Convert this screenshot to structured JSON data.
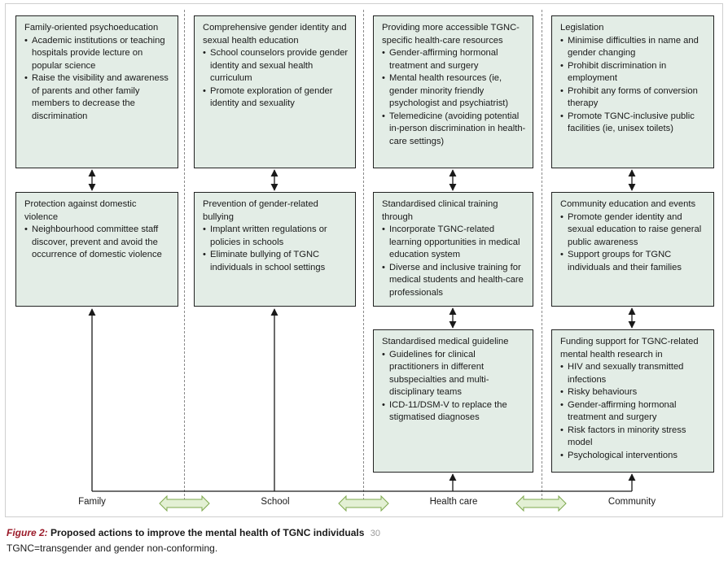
{
  "columns": [
    {
      "label": "Family",
      "boxes": [
        {
          "title": "Family-oriented psychoeducation",
          "items": [
            "Academic institutions or teaching hospitals provide lecture on popular science",
            "Raise the visibility and awareness of parents and other family members to decrease the discrimination"
          ]
        },
        {
          "title": "Protection against domestic violence",
          "items": [
            "Neighbourhood committee staff discover, prevent and avoid the occurrence of domestic violence"
          ]
        }
      ]
    },
    {
      "label": "School",
      "boxes": [
        {
          "title": "Comprehensive gender identity and sexual health education",
          "items": [
            "School counselors provide gender identity and sexual health curriculum",
            "Promote exploration of gender identity and sexuality"
          ]
        },
        {
          "title": "Prevention of gender-related bullying",
          "items": [
            "Implant written regulations or policies in schools",
            "Eliminate bullying of TGNC individuals in school settings"
          ]
        }
      ]
    },
    {
      "label": "Health care",
      "boxes": [
        {
          "title": "Providing more accessible TGNC-specific health-care resources",
          "items": [
            "Gender-affirming hormonal treatment and surgery",
            "Mental health resources (ie, gender minority friendly psychologist and psychiatrist)",
            "Telemedicine (avoiding potential in-person discrimination in health-care settings)"
          ]
        },
        {
          "title": "Standardised clinical training through",
          "items": [
            "Incorporate TGNC-related learning opportunities in medical education system",
            "Diverse and inclusive training for medical students and health-care professionals"
          ]
        },
        {
          "title": "Standardised medical guideline",
          "items": [
            "Guidelines for clinical practitioners in different subspecialties and multi-disciplinary teams",
            "ICD-11/DSM-V to replace the stigmatised diagnoses"
          ]
        }
      ]
    },
    {
      "label": "Community",
      "boxes": [
        {
          "title": "Legislation",
          "items": [
            "Minimise difficulties in name and gender changing",
            "Prohibit discrimination in employment",
            "Prohibit any forms of conversion therapy",
            "Promote TGNC-inclusive public facilities (ie, unisex toilets)"
          ]
        },
        {
          "title": "Community education and events",
          "items": [
            "Promote gender identity and sexual education to raise general public awareness",
            "Support groups for TGNC individuals and their families"
          ]
        },
        {
          "title": "Funding support for TGNC-related mental health research in",
          "items": [
            "HIV and sexually transmitted infections",
            "Risky behaviours",
            "Gender-affirming hormonal treatment and surgery",
            "Risk factors in minority stress model",
            "Psychological interventions"
          ]
        }
      ]
    }
  ],
  "caption": {
    "figure_number": "Figure 2:",
    "title": "Proposed actions to improve the mental health of TGNC individuals",
    "reference": "30",
    "note": "TGNC=transgender and gender non-conforming."
  },
  "colors": {
    "box_fill": "#e3ede6",
    "double_arrow_fill": "#e3f0d4",
    "double_arrow_stroke": "#7ea84e",
    "caption_accent": "#9b1b2a"
  }
}
